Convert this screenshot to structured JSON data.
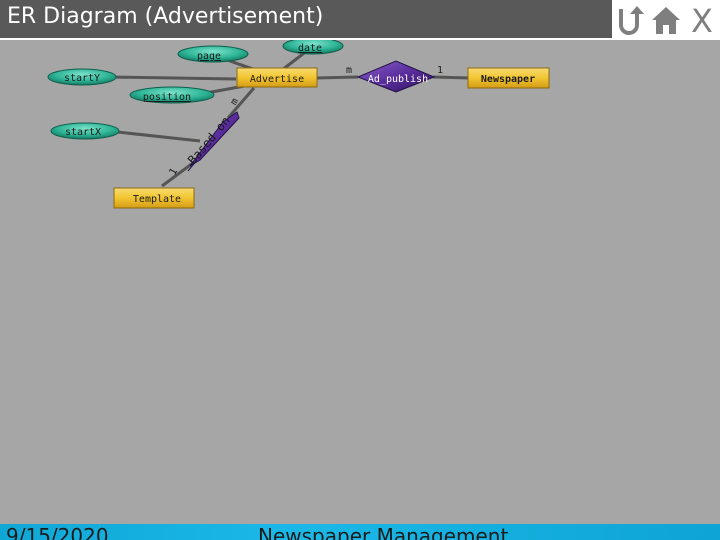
{
  "header": {
    "title": "ER Diagram (Advertisement)"
  },
  "nav": {
    "back_icon": "back-arrow-icon",
    "home_icon": "home-icon",
    "close_icon": "close-icon",
    "close_label": "X"
  },
  "diagram": {
    "entities": {
      "advertise": "Advertise",
      "newspaper": "Newspaper",
      "template": "Template"
    },
    "attributes": {
      "page": "page",
      "date": "date",
      "starty": "startY",
      "position": "position",
      "startx": "startX"
    },
    "relationships": {
      "ad_publish": "Ad_publish",
      "based_on": "Based on"
    },
    "cardinalities": {
      "advertise_ad_publish": "m",
      "ad_publish_newspaper": "1",
      "advertise_based_on": "m",
      "based_on_template": "1"
    }
  },
  "footer": {
    "date": "9/15/2020",
    "subtitle": "Newspaper Management"
  },
  "colors": {
    "background": "#a6a6a6",
    "title_bar": "#595959",
    "entity_fill": "#f2c530",
    "attribute_fill": "#2fb597",
    "relationship_fill": "#5a2d9c",
    "footer": "#14b2e3"
  }
}
